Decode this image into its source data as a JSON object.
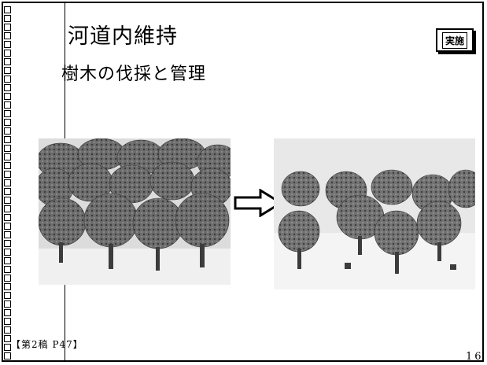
{
  "slide": {
    "title": "河道内維持",
    "subtitle": "樹木の伐採と管理",
    "badge": "実施",
    "reference": "【第2稿 P47】",
    "page_number": "16"
  },
  "images": {
    "before": {
      "name": "dense-trees-illustration"
    },
    "after": {
      "name": "thinned-trees-illustration"
    },
    "arrow": {
      "name": "right-arrow-icon"
    }
  }
}
